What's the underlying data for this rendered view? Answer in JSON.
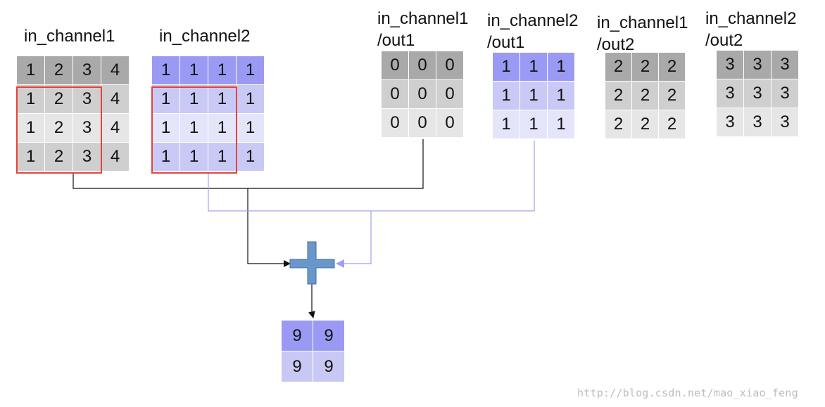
{
  "colors": {
    "gray_header": "#a9a9a9",
    "gray_mid": "#cfcfcf",
    "gray_light": "#e6e6e6",
    "blue_header": "#9a9af5",
    "blue_mid": "#c9c9f6",
    "blue_light": "#e4e4fb",
    "out_header": "#9a9af5",
    "out_body": "#c8c8f5",
    "black_wire": "#111111",
    "blue_wire": "#a0a0f0",
    "plus_fill": "#6a97c9",
    "plus_stroke": "#3f6e9e",
    "selection": "#e8413b"
  },
  "inputs": [
    {
      "label": "in_channel1",
      "palette": "gray",
      "rows": [
        [
          "1",
          "2",
          "3",
          "4"
        ],
        [
          "1",
          "2",
          "3",
          "4"
        ],
        [
          "1",
          "2",
          "3",
          "4"
        ],
        [
          "1",
          "2",
          "3",
          "4"
        ]
      ]
    },
    {
      "label": "in_channel2",
      "palette": "blue",
      "rows": [
        [
          "1",
          "1",
          "1",
          "1"
        ],
        [
          "1",
          "1",
          "1",
          "1"
        ],
        [
          "1",
          "1",
          "1",
          "1"
        ],
        [
          "1",
          "1",
          "1",
          "1"
        ]
      ]
    }
  ],
  "kernels": [
    {
      "label": "in_channel1\n/out1",
      "palette": "gray",
      "rows": [
        [
          "0",
          "0",
          "0"
        ],
        [
          "0",
          "0",
          "0"
        ],
        [
          "0",
          "0",
          "0"
        ]
      ]
    },
    {
      "label": "in_channel2\n/out1",
      "palette": "blue",
      "rows": [
        [
          "1",
          "1",
          "1"
        ],
        [
          "1",
          "1",
          "1"
        ],
        [
          "1",
          "1",
          "1"
        ]
      ]
    },
    {
      "label": "in_channel1\n/out2",
      "palette": "gray",
      "rows": [
        [
          "2",
          "2",
          "2"
        ],
        [
          "2",
          "2",
          "2"
        ],
        [
          "2",
          "2",
          "2"
        ]
      ]
    },
    {
      "label": "in_channel2\n/out2",
      "palette": "gray",
      "rows": [
        [
          "3",
          "3",
          "3"
        ],
        [
          "3",
          "3",
          "3"
        ],
        [
          "3",
          "3",
          "3"
        ]
      ]
    }
  ],
  "output": {
    "palette": "out",
    "rows": [
      [
        "9",
        "9"
      ],
      [
        "9",
        "9"
      ]
    ]
  },
  "operator": {
    "name": "plus-icon"
  },
  "watermark": "http://blog.csdn.net/mao_xiao_feng"
}
